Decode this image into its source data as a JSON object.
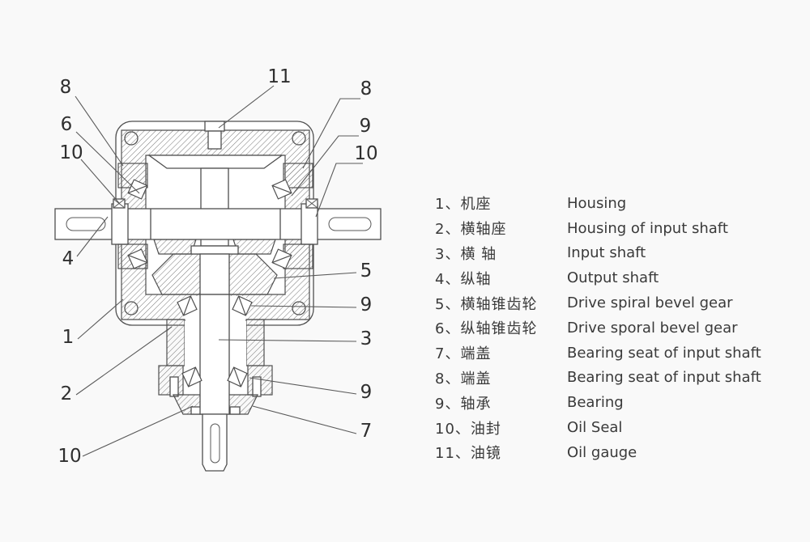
{
  "diagram": {
    "callouts": [
      {
        "label": "8"
      },
      {
        "label": "6"
      },
      {
        "label": "10"
      },
      {
        "label": "4"
      },
      {
        "label": "1"
      },
      {
        "label": "2"
      },
      {
        "label": "10"
      },
      {
        "label": "11"
      },
      {
        "label": "8"
      },
      {
        "label": "9"
      },
      {
        "label": "10"
      },
      {
        "label": "5"
      },
      {
        "label": "9"
      },
      {
        "label": "3"
      },
      {
        "label": "9"
      },
      {
        "label": "7"
      }
    ]
  },
  "legend": {
    "rows": [
      {
        "zh": "1、机座",
        "en": "Housing"
      },
      {
        "zh": "2、横轴座",
        "en": "Housing of input shaft"
      },
      {
        "zh": "3、横 轴",
        "en": "Input shaft"
      },
      {
        "zh": "4、纵轴",
        "en": "Output shaft"
      },
      {
        "zh": "5、横轴锥齿轮",
        "en": "Drive spiral bevel gear"
      },
      {
        "zh": "6、纵轴锥齿轮",
        "en": "Drive sporal bevel gear"
      },
      {
        "zh": "7、端盖",
        "en": "Bearing seat of input shaft"
      },
      {
        "zh": "8、端盖",
        "en": "Bearing seat of input shaft"
      },
      {
        "zh": "9、轴承",
        "en": "Bearing"
      },
      {
        "zh": "10、油封",
        "en": "Oil Seal"
      },
      {
        "zh": "11、油镜",
        "en": "Oil gauge"
      }
    ]
  }
}
